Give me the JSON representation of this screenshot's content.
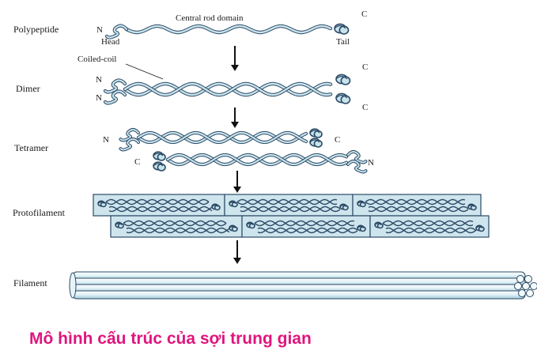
{
  "diagram": {
    "stages": {
      "polypeptide": "Polypeptide",
      "dimer": "Dimer",
      "tetramer": "Tetramer",
      "protofilament": "Protofilament",
      "filament": "Filament"
    },
    "annotations": {
      "central_rod_domain": "Central rod domain",
      "head": "Head",
      "tail": "Tail",
      "coiled_coil": "Coiled-coil"
    },
    "terminals": {
      "n": "N",
      "c": "C"
    }
  },
  "caption": {
    "text": "Mô hình cấu trúc của sợi trung gian",
    "color": "#e0157e"
  },
  "colors": {
    "stroke": "#2b4a66",
    "fill": "#c9e3ec",
    "box": "#cfe5ee",
    "text": "#1a1a1a"
  }
}
